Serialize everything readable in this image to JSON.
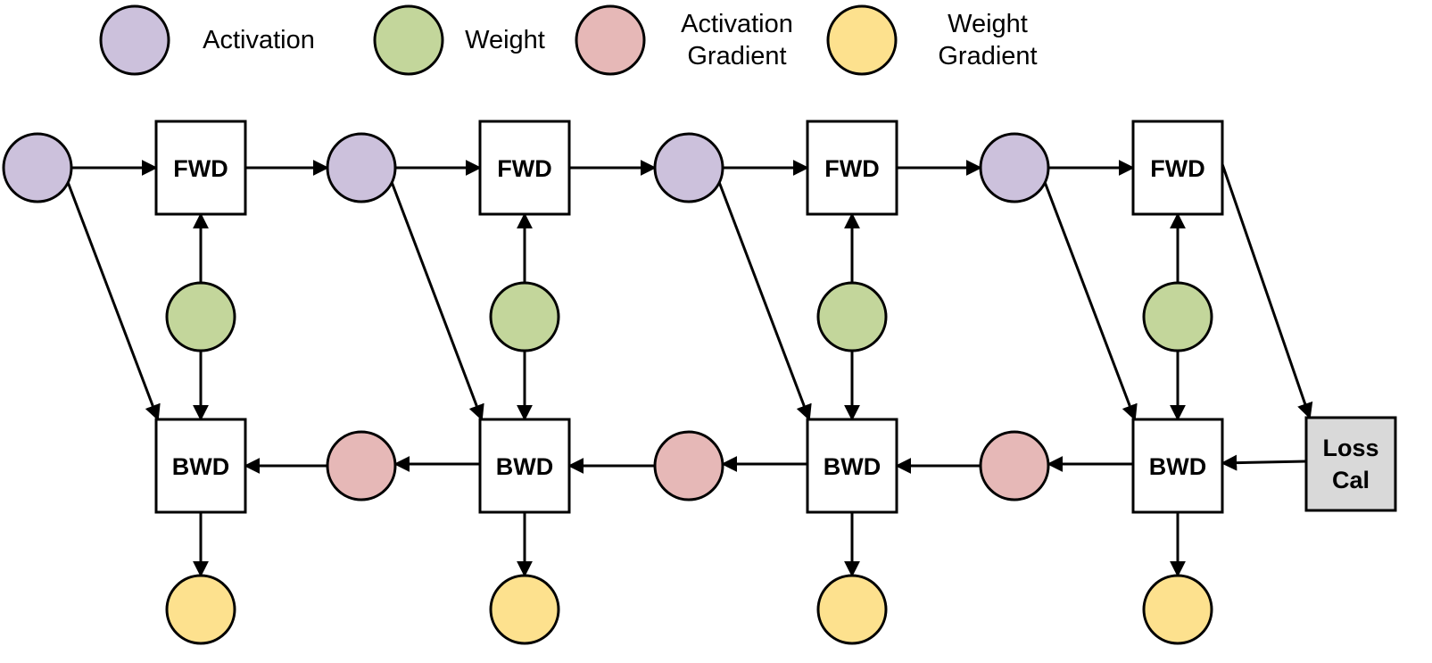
{
  "colors": {
    "activation": "#ccc1dc",
    "weight": "#c3d69b",
    "activation_gradient": "#e6b8b7",
    "weight_gradient": "#fde18e",
    "loss": "#d9d9d9"
  },
  "legend": [
    {
      "key": "activation",
      "lines": [
        "Activation"
      ]
    },
    {
      "key": "weight",
      "lines": [
        "Weight"
      ]
    },
    {
      "key": "activation_gradient",
      "lines": [
        "Activation",
        "Gradient"
      ]
    },
    {
      "key": "weight_gradient",
      "lines": [
        "Weight",
        "Gradient"
      ]
    }
  ],
  "layers": [
    {
      "fwd_label": "FWD",
      "bwd_label": "BWD"
    },
    {
      "fwd_label": "FWD",
      "bwd_label": "BWD"
    },
    {
      "fwd_label": "FWD",
      "bwd_label": "BWD"
    },
    {
      "fwd_label": "FWD",
      "bwd_label": "BWD"
    }
  ],
  "loss": {
    "lines": [
      "Loss",
      "Cal"
    ]
  }
}
